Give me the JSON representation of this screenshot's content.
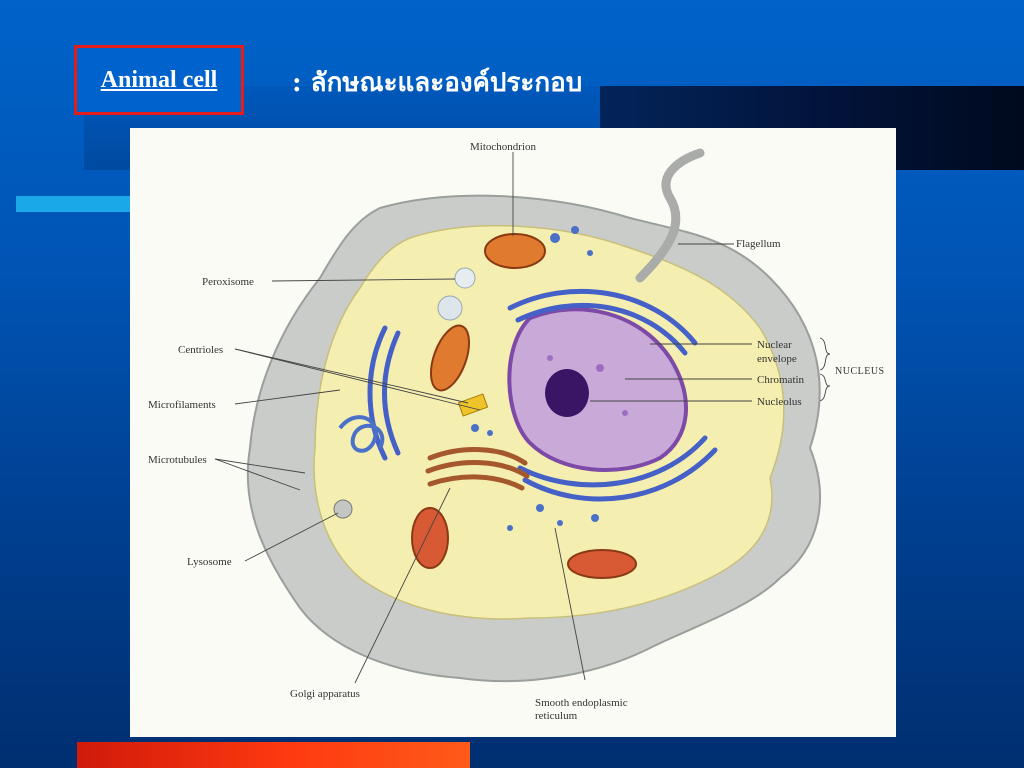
{
  "header": {
    "title_link": "Animal cell",
    "subtitle": ": ลักษณะและองค์ประกอบ"
  },
  "colors": {
    "background": "#0057bd",
    "title_border": "#e31c1c",
    "accent_stripe": "#19a8e8",
    "bottom_stripe": "#ff3a10"
  },
  "diagram": {
    "labels": {
      "mitochondrion": "Mitochondrion",
      "flagellum": "Flagellum",
      "peroxisome": "Peroxisome",
      "centrioles": "Centrioles",
      "microfilaments": "Microfilaments",
      "microtubules": "Microtubules",
      "lysosome": "Lysosome",
      "golgi": "Golgi apparatus",
      "smooth_er_line1": "Smooth endoplasmic",
      "smooth_er_line2": "reticulum",
      "nuclear_envelope_line1": "Nuclear",
      "nuclear_envelope_line2": "envelope",
      "chromatin": "Chromatin",
      "nucleolus": "Nucleolus",
      "nucleus_group": "NUCLEUS"
    }
  }
}
